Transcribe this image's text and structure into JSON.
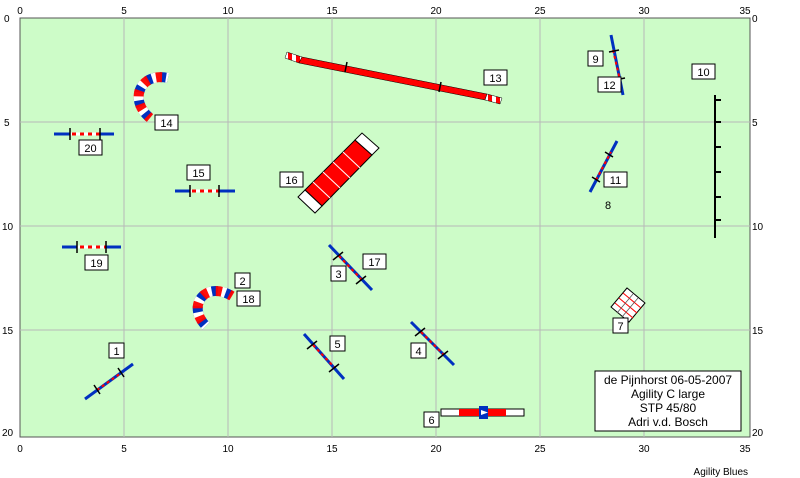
{
  "map": {
    "colors": {
      "field": "#cdfcc8",
      "grid": "#b8b8b8",
      "bar_red": "#ff0000",
      "bar_blue": "#0030c0",
      "dark_blue": "#000080"
    },
    "x_ticks": [
      "0",
      "5",
      "10",
      "15",
      "20",
      "25",
      "30",
      "35"
    ],
    "y_ticks": [
      "0",
      "5",
      "10",
      "15",
      "20"
    ],
    "right_ticks": [
      "5",
      "10",
      "15"
    ],
    "info_box": {
      "line1": "de Pijnhorst 06-05-2007",
      "line2": "Agility C large",
      "line3": "STP 45/80",
      "line4": "Adri v.d. Bosch"
    },
    "credit": "Agility Blues",
    "obstacle_numbers": {
      "n1": "1",
      "n2": "2",
      "n3": "3",
      "n4": "4",
      "n5": "5",
      "n6": "6",
      "n7": "7",
      "n8": "8",
      "n9": "9",
      "n10": "10",
      "n11": "11",
      "n12": "12",
      "n13": "13",
      "n14": "14",
      "n15": "15",
      "n16": "16",
      "n17": "17",
      "n18": "18",
      "n19": "19",
      "n20": "20"
    }
  }
}
